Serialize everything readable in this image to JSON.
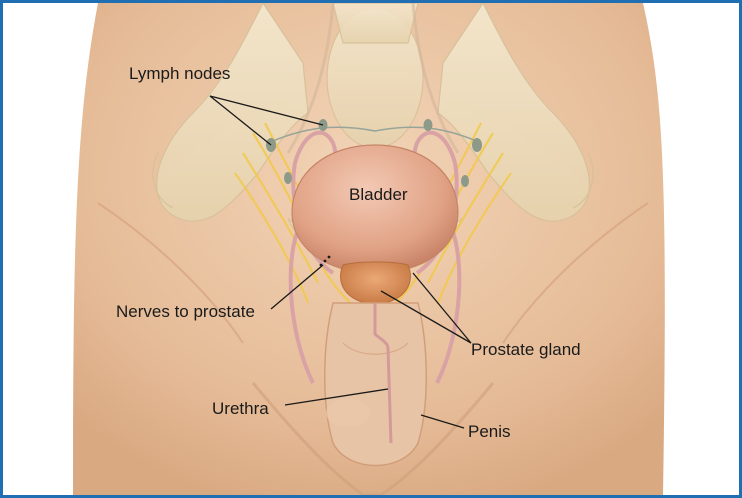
{
  "diagram": {
    "labels": {
      "lymph_nodes": "Lymph nodes",
      "bladder": "Bladder",
      "nerves_to_prostate": "Nerves to prostate",
      "prostate_gland": "Prostate gland",
      "urethra": "Urethra",
      "penis": "Penis"
    },
    "colors": {
      "frame": "#1f6fb2",
      "skin": "#e9c3a0",
      "bone": "#efe0c2",
      "bladder": "#e0a184",
      "prostate": "#d98b55",
      "nerves": "#f2c94c",
      "lymph": "#8d9a8a",
      "leader_line": "#1a1a1a"
    }
  }
}
